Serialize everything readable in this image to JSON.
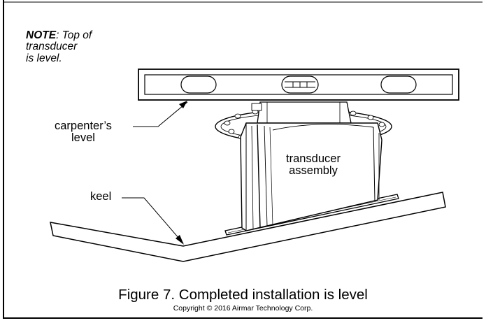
{
  "note": {
    "head": "NOTE",
    "line1": ": Top of",
    "line2": "transducer",
    "line3": "is level."
  },
  "labels": {
    "level_line1": "carpenter’s",
    "level_line2": "level",
    "transducer_line1": "transducer",
    "transducer_line2": "assembly",
    "keel": "keel"
  },
  "caption": {
    "title": "Figure 7. Completed installation is level",
    "copyright": "Copyright © 2016 Airmar Technology Corp."
  }
}
